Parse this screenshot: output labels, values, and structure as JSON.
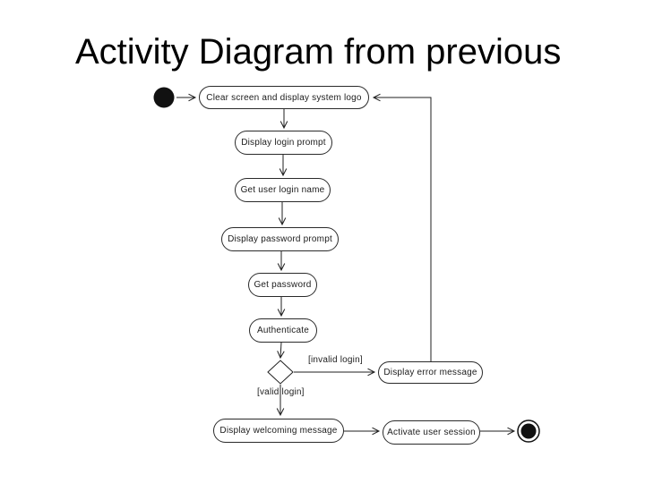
{
  "slide": {
    "title": "Activity Diagram from previous"
  },
  "diagram": {
    "type": "uml-activity",
    "nodes": {
      "clear_screen": "Clear screen and display system logo",
      "display_login_prompt": "Display login prompt",
      "get_user_login_name": "Get user login name",
      "display_password_prompt": "Display password prompt",
      "get_password": "Get password",
      "authenticate": "Authenticate",
      "display_error_message": "Display error message",
      "display_welcoming_message": "Display welcoming message",
      "activate_user_session": "Activate user session"
    },
    "guards": {
      "invalid_login": "[invalid login]",
      "valid_login": "[valid login]"
    },
    "flow": [
      {
        "from": "start",
        "to": "clear_screen"
      },
      {
        "from": "clear_screen",
        "to": "display_login_prompt"
      },
      {
        "from": "display_login_prompt",
        "to": "get_user_login_name"
      },
      {
        "from": "get_user_login_name",
        "to": "display_password_prompt"
      },
      {
        "from": "display_password_prompt",
        "to": "get_password"
      },
      {
        "from": "get_password",
        "to": "authenticate"
      },
      {
        "from": "authenticate",
        "to": "decision"
      },
      {
        "from": "decision",
        "to": "display_error_message",
        "guard": "[invalid login]"
      },
      {
        "from": "display_error_message",
        "to": "clear_screen"
      },
      {
        "from": "decision",
        "to": "display_welcoming_message",
        "guard": "[valid login]"
      },
      {
        "from": "display_welcoming_message",
        "to": "activate_user_session"
      },
      {
        "from": "activate_user_session",
        "to": "end"
      }
    ]
  },
  "colors": {
    "background": "#ffffff",
    "title_text": "#000000",
    "line": "#1f1f1f",
    "node_border": "#2a2a2a",
    "node_fill": "#ffffff",
    "node_text": "#1c1c1c",
    "terminal_fill": "#111111"
  }
}
